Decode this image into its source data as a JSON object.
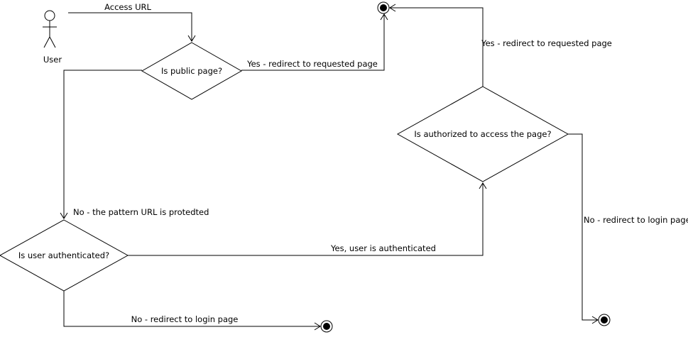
{
  "actor": {
    "label": "User"
  },
  "edges": {
    "access_url": "Access URL",
    "public_yes": "Yes - redirect to requested page",
    "public_no": "No - the pattern URL is protedted",
    "auth_yes": "Yes, user is authenticated",
    "auth_no": "No - redirect to login page",
    "authorized_yes": "Yes - redirect to requested page",
    "authorized_no": "No - redirect to login page"
  },
  "decisions": {
    "is_public": "Is public page?",
    "is_authenticated": "Is user authenticated?",
    "is_authorized": "Is authorized to access the page?"
  }
}
